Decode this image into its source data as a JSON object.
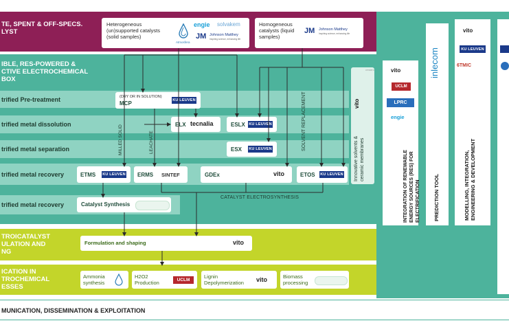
{
  "sections": {
    "waste": "TE, SPENT & OFF-SPECS.\nLYST",
    "toolbox": "IBLE, RES-POWERED &\nCTIVE ELECTROCHEMICAL\nBOX",
    "formulation": "TROICATALYST\nULATION AND\nNG",
    "application": "ICATION IN\nTROCHEMICAL\nESSES",
    "communication": "MUNICATION, DISSEMINATION & EXPLOITATION"
  },
  "rows": {
    "pretreatment": "trified Pre-treatment",
    "dissolution": "trified metal dissolution",
    "separation": "trified metal separation",
    "recovery": "trified metal recovery",
    "recovery2": "trified metal recovery"
  },
  "catalysts": {
    "hetero": "Heterogeneous\n(un)supported catalysts\n(solid samples)",
    "homo": "Homogeneous\ncatalysts (liquid\nsamples)",
    "engie": "engie",
    "solvakem": "solvakem",
    "jm": "JM",
    "jm_name": "Johnson Matthey",
    "jm_tag": "Inspiring science, enhancing life",
    "atmosfera": "Atmosfera"
  },
  "processes": {
    "mcp_note": "(DRY OR IN SOLUTION)",
    "mcp": "MCP",
    "elx": "ELX",
    "tecnalia": "tecnalia",
    "eslx": "ESLX",
    "esx": "ESX",
    "etms": "ETMS",
    "erms": "ERMS",
    "sintef": "SINTEF",
    "gdex": "GDEx",
    "etos": "ETOS",
    "catalyst_synthesis": "Catalyst Synthesis",
    "catalyst_electrosynthesis": "CATALYST ELECTROSYNTHESIS",
    "milled_solid": "MILLED SOLID",
    "leachate": "LEACHATE",
    "solvent_replacement": "SOLVENT REPLACEMENT",
    "innovative": "Innovative solvents &\nceramic membranes",
    "ku_leuven": "KU LEUVEN",
    "vito": "vito",
    "cenaero": "cenaero"
  },
  "formulation": {
    "label": "Formulation and shaping",
    "vito": "vito"
  },
  "applications": {
    "ammonia": "Ammonia\nsynthesis",
    "h2o2": "H2O2\nProduction",
    "lignin": "Lignin\nDepolymerization",
    "biomass": "Biomass\nprocessing",
    "uclm": "UCLM",
    "vito": "vito"
  },
  "columns": {
    "integration": "INTEGRATION OF RENEWABLE\nENERGY SOURCES (RES) FOR\nELECTRIFICATION",
    "prediction": "PREDICTION TOOL",
    "modelling": "MODELLING, INTEGRATION,\nENGINEERING & DEVELOPMENT",
    "inlecom": "inlecom",
    "vito": "vito",
    "ku_leuven": "KU LEUVEN",
    "tmic": "6TMIC",
    "lprc": "LPRC",
    "uclm": "UCLM",
    "engie": "engie"
  },
  "colors": {
    "magenta": "#8e1f56",
    "teal": "#4db39c",
    "teal_light": "#8fd3c2",
    "lime": "#c3d52a",
    "ku_blue": "#1b3a8a"
  }
}
